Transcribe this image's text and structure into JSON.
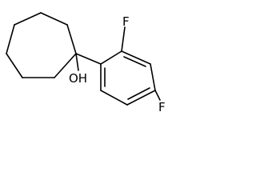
{
  "molecule": {
    "labels": {
      "hydroxyl": "OH",
      "fluorine_ortho": "F",
      "fluorine_para": "F"
    }
  }
}
